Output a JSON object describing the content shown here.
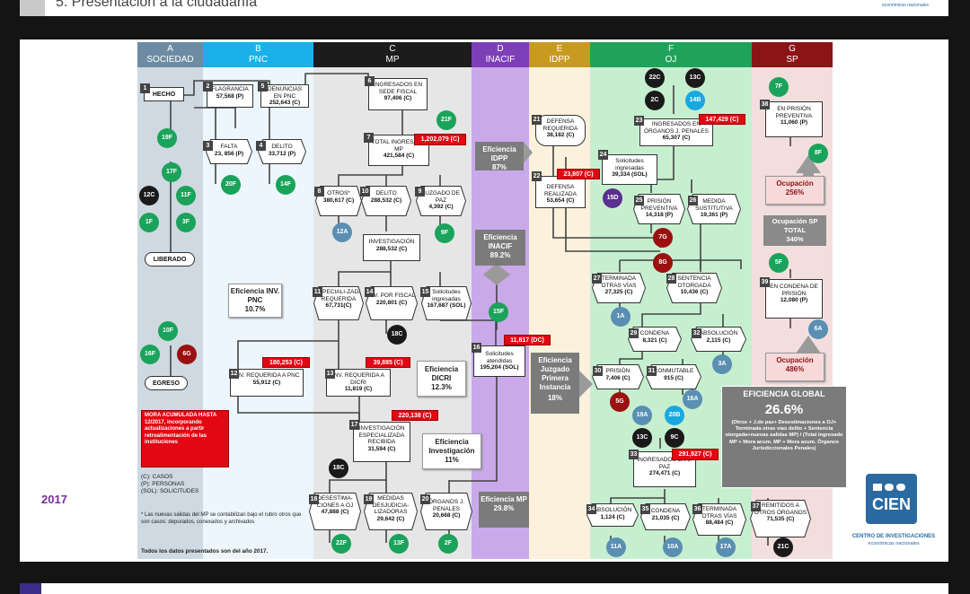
{
  "header": {
    "title": "5. Presentación a la ciudadanía",
    "logo_sub": "económicas nacionales"
  },
  "year": "2017",
  "columns": [
    {
      "letter": "A",
      "name": "SOCIEDAD",
      "color": "#6d8ca3"
    },
    {
      "letter": "B",
      "name": "PNC",
      "color": "#18b1ea"
    },
    {
      "letter": "C",
      "name": "MP",
      "color": "#1c1c1c"
    },
    {
      "letter": "D",
      "name": "INACIF",
      "color": "#7d3fb8"
    },
    {
      "letter": "E",
      "name": "IDPP",
      "color": "#c99a22"
    },
    {
      "letter": "F",
      "name": "OJ",
      "color": "#1fa35b"
    },
    {
      "letter": "G",
      "name": "SP",
      "color": "#8b1417"
    }
  ],
  "nodes": {
    "n1": {
      "num": "1",
      "label": "HECHO",
      "val": ""
    },
    "n2": {
      "num": "2",
      "label": "FLAGRANCIA",
      "val": "57,568 (P)"
    },
    "n5": {
      "num": "5",
      "label": "DENUNCIAS EN PNC",
      "val": "252,643 (C)"
    },
    "n3": {
      "num": "3",
      "label": "FALTA",
      "val": "23, 856 (P)"
    },
    "n4": {
      "num": "4",
      "label": "DELITO",
      "val": "33,712 (P)"
    },
    "n6": {
      "num": "6",
      "label": "INGRESADOS EN SEDE FISCAL",
      "val": "97,406 (C)"
    },
    "n7": {
      "num": "7",
      "label": "TOTAL INGRESADO MP",
      "val": "421,584 (C)"
    },
    "n8": {
      "num": "8",
      "label": "OTROS*",
      "val": "380,617 (C)"
    },
    "n10": {
      "num": "10",
      "label": "DELITO",
      "val": "288,532 (C)"
    },
    "n9": {
      "num": "9",
      "label": "JUZGADO DE PAZ",
      "val": "4,392 (C)"
    },
    "inv": {
      "label": "INVESTIGACIÓN",
      "val": "288,532 (C)"
    },
    "n11": {
      "num": "11",
      "label": "ESPECIALI-ZADA REQUERIDA",
      "val": "67,731(C)"
    },
    "n14": {
      "num": "14",
      "label": "INV. POR FISCAL",
      "val": "220,801 (C)"
    },
    "n15": {
      "num": "15",
      "label": "Solicitudes ingresadas",
      "val": "167,687 (SOL)"
    },
    "n12": {
      "num": "12",
      "label": "INV. REQUERIDA A PNC",
      "val": "55,912 (C)"
    },
    "n13": {
      "num": "13",
      "label": "INV. REQUERIDA A DICRI",
      "val": "11,819 (C)"
    },
    "n16": {
      "num": "16",
      "label": "Solicitudes atendidas",
      "val": "195,204 (SOL)"
    },
    "n17": {
      "num": "17",
      "label": "INVESTIGACIÓN ESPECIALIZADA RECIBIDA",
      "val": "31,594 (C)"
    },
    "n18": {
      "num": "18",
      "label": "DESESTIMA-CIONES A OJ",
      "val": "47,888 (C)"
    },
    "n19": {
      "num": "19",
      "label": "MEDIDAS DESJUDICIA-LIZADORAS",
      "val": "29,642 (C)"
    },
    "n20": {
      "num": "20",
      "label": "ÓRGANOS J. PENALES",
      "val": "20,668 (C)"
    },
    "n21": {
      "num": "21",
      "label": "DEFENSA REQUERIDA",
      "val": "38,182 (C)"
    },
    "n22": {
      "num": "22",
      "label": "DEFENSA REALIZADA",
      "val": "53,654 (C)"
    },
    "n23": {
      "num": "23",
      "label": "INGRESADOS EN ÓRGANOS J. PENALES",
      "val": "65,307 (C)"
    },
    "n24": {
      "num": "24",
      "label": "Solicitudes ingresadas",
      "val": "39,334 (SOL)"
    },
    "n25": {
      "num": "25",
      "label": "PRISIÓN PREVENTIVA",
      "val": "14,318 (P)"
    },
    "n26": {
      "num": "26",
      "label": "MEDIDA SUSTITUTIVA",
      "val": "19,361 (P)"
    },
    "n27": {
      "num": "27",
      "label": "TERMINADA OTRAS VÍAS",
      "val": "27,325 (C)"
    },
    "n28": {
      "num": "28",
      "label": "SENTENCIA OTORGADA",
      "val": "10,436 (C)"
    },
    "n29": {
      "num": "29",
      "label": "CONDENA",
      "val": "8,321 (C)"
    },
    "n32": {
      "num": "32",
      "label": "ABSOLUCIÓN",
      "val": "2,115 (C)"
    },
    "n30": {
      "num": "30",
      "label": "PRISIÓN",
      "val": "7,406 (C)"
    },
    "n31": {
      "num": "31",
      "label": "CONMUTABLE",
      "val": "915 (C)"
    },
    "n33": {
      "num": "33",
      "label": "INGRESADOS EN J. PAZ",
      "val": "274,471 (C)"
    },
    "n34": {
      "num": "34",
      "label": "ABSOLUCIÓN",
      "val": "1,124 (C)"
    },
    "n35": {
      "num": "35",
      "label": "CONDENA",
      "val": "21,035 (C)"
    },
    "n36": {
      "num": "36",
      "label": "TERMINADA OTRAS VÍAS",
      "val": "88,484 (C)"
    },
    "n37": {
      "num": "37",
      "label": "REMITIDOS A OTROS ÓRGANOS",
      "val": "71,535 (C)"
    },
    "n38": {
      "num": "38",
      "label": "EN PRISIÓN PREVENTIVA",
      "val": "11,060 (P)"
    },
    "n39": {
      "num": "39",
      "label": "EN CONDENA DE PRISIÓN",
      "val": "12,080 (P)"
    },
    "liberado": {
      "label": "LIBERADO"
    },
    "egreso": {
      "label": "EGRESO"
    }
  },
  "red_tags": {
    "t7": "1,202,079 (C)",
    "t12": "180,253 (C)",
    "t13": "39,885 (C)",
    "t17": "220,138 (C)",
    "t16": "11,817 (DC)",
    "t22": "23,807 (C)",
    "t23": "147,429 (C)",
    "t33": "291,927 (C)"
  },
  "efficiency": {
    "pnc": {
      "label": "Eficiencia INV. PNC",
      "val": "10.7%"
    },
    "dicri": {
      "label": "Eficiencia DICRI",
      "val": "12.3%"
    },
    "investigacion": {
      "label": "Eficiencia Investigación",
      "val": "11%"
    },
    "mp": {
      "label": "Eficiencia MP",
      "val": "29.8%"
    },
    "inacif": {
      "label": "Eficiencia INACIF",
      "val": "89.2%"
    },
    "idpp": {
      "label": "Eficiencia IDPP",
      "val": "87%"
    },
    "juzgado": {
      "label": "Eficiencia Juzgado Primera Instancia",
      "val": "18%"
    },
    "ocup1": {
      "label": "Ocupación",
      "val": "256%"
    },
    "ocup_sp": {
      "label": "Ocupación SP TOTAL",
      "val": "340%"
    },
    "ocup2": {
      "label": "Ocupación",
      "val": "486%"
    }
  },
  "global": {
    "title": "EFICIENCIA GLOBAL",
    "val": "26.6%",
    "desc": "(Otros + J.de paz+ Desestimaciones a OJ+ Terminada otras vías delito + Sentencia otorgada+nuevas salidas MP) / (Total ingresado MP + Mora acum. MP + Mora acum. Órganos Jurisdiccionales Penales)"
  },
  "mora": "MORA ACUMULADA HASTA 12/2017, incorporando actualizaciones a partir retroalimentación de las instituciones",
  "legend": [
    "(C): CASOS",
    "(P): PERSONAS",
    "(SOL): SOLICITUDES"
  ],
  "note": "* Las nuevas salidas del MP se contabilizan bajo el rubro otros que son casos: depurados, conexados y archivados",
  "footnote": "Todos los datos presentados son del año 2017.",
  "logo": {
    "name": "CIEN",
    "sub": "CENTRO DE INVESTIGACIONES",
    "sub2": "económicas nacionales"
  },
  "circles": {
    "c19F": "19F",
    "c17F": "17F",
    "c12C": "12C",
    "c11F": "11F",
    "c1F": "1F",
    "c3F": "3F",
    "c10F": "10F",
    "c16F": "16F",
    "c6G": "6G",
    "c20F": "20F",
    "c14F": "14F",
    "c21F": "21F",
    "c12A": "12A",
    "c9F": "9F",
    "c18Ca": "18C",
    "c18Cb": "18C",
    "c15F": "15F",
    "c22F": "22F",
    "c13F": "13F",
    "c2F": "2F",
    "c15D": "15D",
    "c22C": "22C",
    "c13C": "13C",
    "c2C": "2C",
    "c14B": "14B",
    "c7G": "7G",
    "c8G": "8G",
    "c1A": "1A",
    "c3A": "3A",
    "c5G": "5G",
    "c16A": "16A",
    "c19A": "19A",
    "c20B": "20B",
    "c13Cb": "13C",
    "c9C": "9C",
    "c11A": "11A",
    "c10A": "10A",
    "c17A": "17A",
    "c21C": "21C",
    "c7F": "7F",
    "c8F": "8F",
    "c5F": "5F",
    "c6A": "6A"
  }
}
